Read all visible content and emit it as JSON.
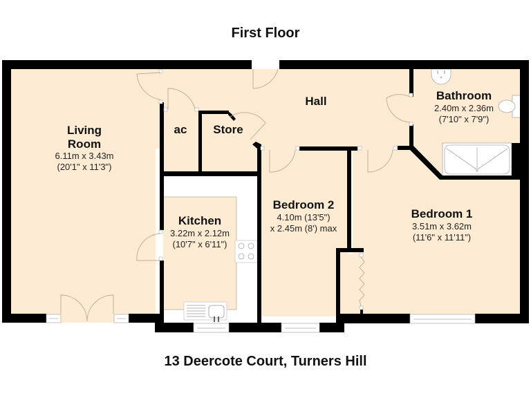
{
  "header": {
    "floor_title": "First Floor"
  },
  "footer": {
    "address": "13 Deercote Court, Turners Hill"
  },
  "colors": {
    "floor_fill": "#fdebd3",
    "wall": "#000000",
    "fixture": "#ffffff",
    "door_line": "#b9ab98"
  },
  "rooms": {
    "living": {
      "name_line1": "Living",
      "name_line2": "Room",
      "dim_metric": "6.11m x 3.43m",
      "dim_imperial": "(20'1\" x 11'3\")"
    },
    "ac": {
      "name": "ac"
    },
    "store": {
      "name": "Store"
    },
    "hall": {
      "name": "Hall"
    },
    "bathroom": {
      "name": "Bathroom",
      "dim_metric": "2.40m x 2.36m",
      "dim_imperial": "(7'10\" x 7'9\")"
    },
    "kitchen": {
      "name": "Kitchen",
      "dim_metric": "3.22m x 2.12m",
      "dim_imperial": "(10'7\" x 6'11\")"
    },
    "bedroom2": {
      "name": "Bedroom 2",
      "dim_line1": "4.10m (13'5\")",
      "dim_line2": "x 2.45m (8') max"
    },
    "bedroom1": {
      "name": "Bedroom 1",
      "dim_metric": "3.51m x 3.62m",
      "dim_imperial": "(11'6\" x 11'11\")"
    }
  }
}
